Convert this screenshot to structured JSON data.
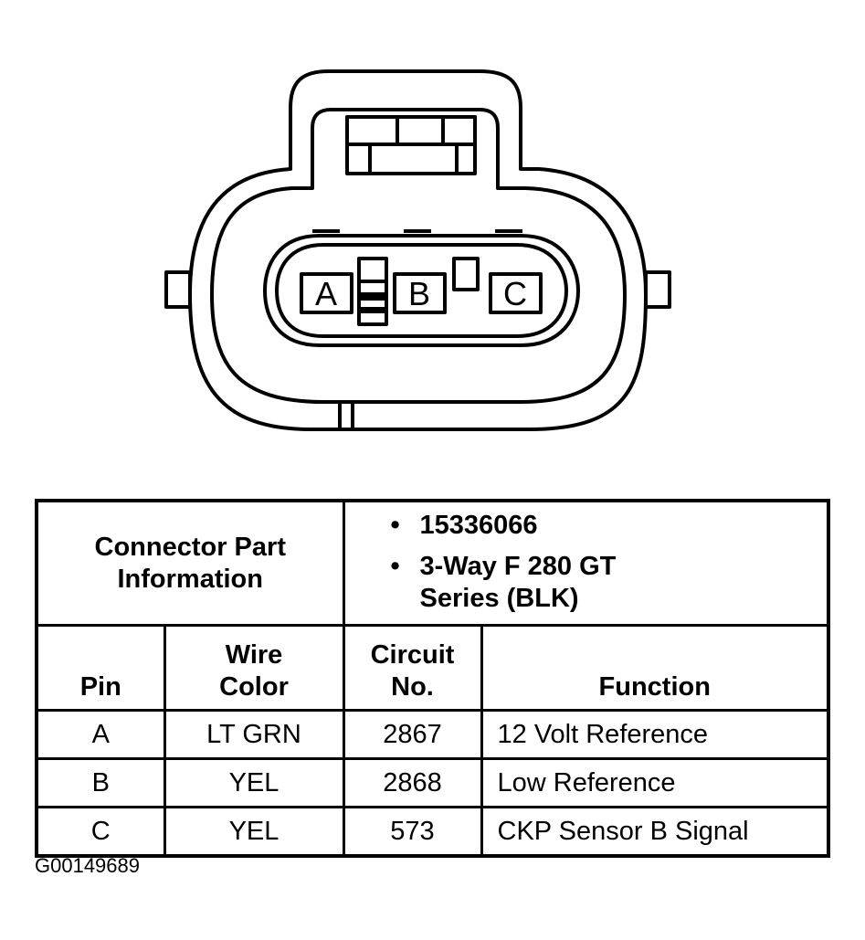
{
  "connector": {
    "pins": [
      {
        "label": "A"
      },
      {
        "label": "B"
      },
      {
        "label": "C"
      }
    ]
  },
  "table": {
    "part_info_label": "Connector Part Information",
    "part_info": [
      "15336066",
      "3-Way F 280 GT\nSeries (BLK)"
    ],
    "headers": {
      "pin": "Pin",
      "wire_color": "Wire\nColor",
      "circuit": "Circuit\nNo.",
      "function": "Function"
    },
    "rows": [
      {
        "pin": "A",
        "wire_color": "LT GRN",
        "circuit": "2867",
        "function": "12 Volt Reference"
      },
      {
        "pin": "B",
        "wire_color": "YEL",
        "circuit": "2868",
        "function": "Low Reference"
      },
      {
        "pin": "C",
        "wire_color": "YEL",
        "circuit": "573",
        "function": "CKP Sensor B Signal"
      }
    ]
  },
  "figure_id": "G00149689"
}
